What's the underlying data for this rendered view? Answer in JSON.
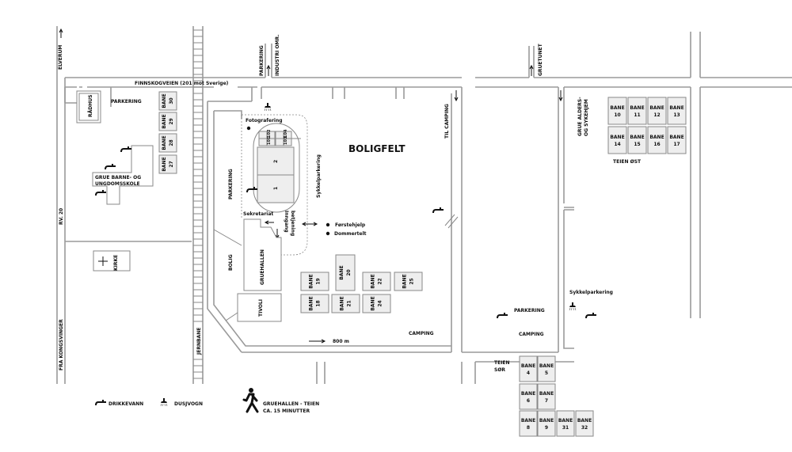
{
  "roads": {
    "elverum": "ELVERUM",
    "finnskogveien": "FINNSKOGVEIEN (201 mot Sverige)",
    "parkering_top": "PARKERING",
    "industri": "INDUSTRI OMR.",
    "gruetunet": "GRUETUNET",
    "rv20": "RV. 20",
    "fra_kongsvinger": "FRA KONGSVINGER",
    "jernbane": "JERNBANE",
    "til_camping": "TIL CAMPING"
  },
  "places": {
    "radhus": "RÅDHUS",
    "parkering_left": "PARKERING",
    "school_line1": "GRUE BARNE- OG",
    "school_line2": "UNGDOMSSKOLE",
    "kirke": "KIRKE",
    "parkering_mid": "PARKERING",
    "bolig": "BOLIG",
    "gruehallen": "GRUEHALLEN",
    "tivoli": "TIVOLI",
    "fotografering": "Fotografering",
    "sykkelparkering_mid": "Sykkelparkering",
    "sekretariat": "Sekretariat",
    "inngang": "Inngang",
    "betjening": "betjening",
    "forstehjelp": "Førstehjelp",
    "dommertelt": "Dommertelt",
    "boligfelt": "BOLIGFELT",
    "camping_mid": "CAMPING",
    "distance": "800 m",
    "alders1": "GRUE ALDERS-",
    "alders2": "OG SYKEHJEM",
    "teien_ost": "TEIEN ØST",
    "sykkelparkering_right": "Sykkelparkering",
    "parkering_right": "PARKERING",
    "camping_right": "CAMPING",
    "teien_sor1": "TEIEN",
    "teien_sor2": "SØR"
  },
  "fields": {
    "f1": "1",
    "f2": "2",
    "f101": "101",
    "f102": "102",
    "f103": "103",
    "f104": "104"
  },
  "bane_label": "BANE",
  "banes": {
    "b30": "30",
    "b29": "29",
    "b28": "28",
    "b27": "27",
    "b19": "19",
    "b20": "20",
    "b22": "22",
    "b25": "25",
    "b18": "18",
    "b21": "21",
    "b24": "24",
    "b10": "10",
    "b11": "11",
    "b12": "12",
    "b13": "13",
    "b14": "14",
    "b15": "15",
    "b16": "16",
    "b17": "17",
    "b4": "4",
    "b5": "5",
    "b6": "6",
    "b7": "7",
    "b8": "8",
    "b9": "9",
    "b31": "31",
    "b32": "32"
  },
  "legend": {
    "drikkevann": "DRIKKEVANN",
    "dusjvogn": "DUSJVOGN",
    "walk1": "GRUEHALLEN - TEIEN",
    "walk2": "CA. 15 MINUTTER"
  },
  "icons": [
    "water-tap-icon",
    "shower-icon",
    "walking-person-icon",
    "cross-icon",
    "arrow-icon"
  ]
}
